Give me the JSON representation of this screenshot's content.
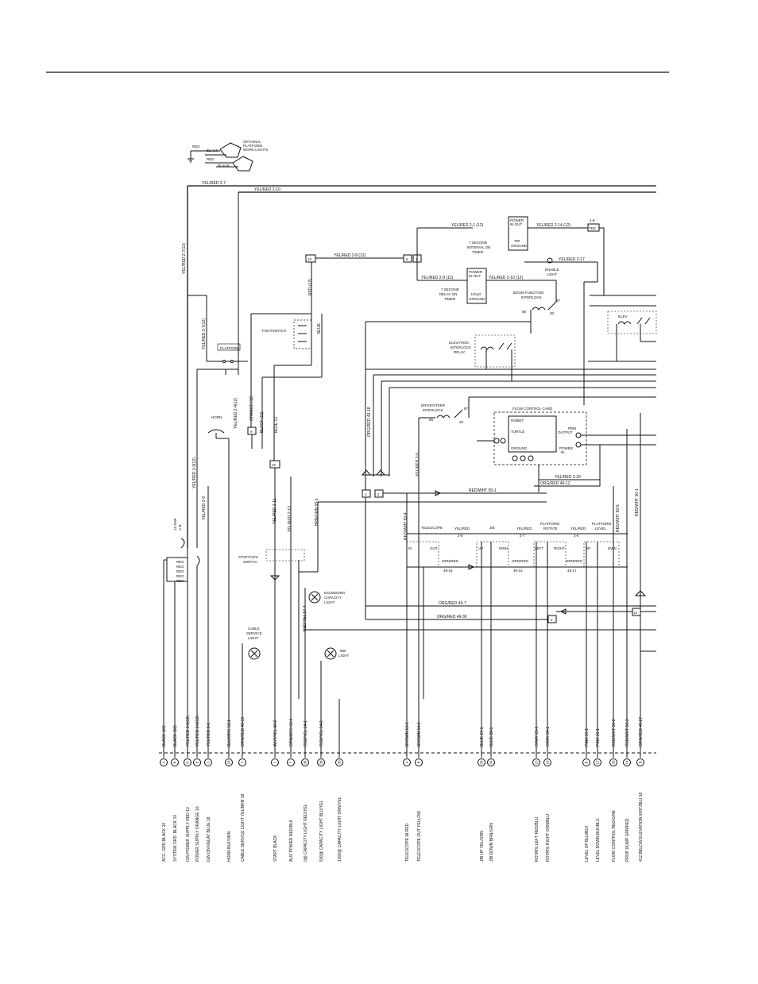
{
  "diagram": {
    "top_labels": {
      "optional_work_lights": [
        "OPTIONAL",
        "PLATFORM",
        "WORK LIGHTS"
      ],
      "red": "RED",
      "black": "BLACK",
      "platform": "PLATFORM",
      "footswitch": "FOOTSWITCH",
      "horn": "HORN",
      "start_apu_switch": [
        "START/APU",
        "SWITCH"
      ],
      "cable_service_light": [
        "CABLE",
        "SERVICE",
        "LIGHT"
      ],
      "exceeding_capacity_light": [
        "EXCEEDING",
        "CAPACITY",
        "LIGHT"
      ],
      "light_500": [
        "500",
        "LIGHT"
      ],
      "breaker": [
        "15 AMP",
        "C.B."
      ]
    },
    "timers": {
      "interval_timer": [
        "7 SECOND",
        "INTERVAL ON",
        "TIMER"
      ],
      "delay_timer": [
        "7 SECOND",
        "DELAY ON",
        "TIMER"
      ],
      "power_in_out": [
        "POWER",
        "IN OUT"
      ],
      "hold": "HOLD",
      "ground": "GROUND",
      "tdi": "TDI"
    },
    "relays": {
      "enable_light": [
        "ENABLE",
        "LIGHT"
      ],
      "boom_function": [
        "BOOM FUNCTION",
        "INTERLOCK"
      ],
      "elevation_interlock": [
        "ELEVATION",
        "INTERLOCK",
        "RELAY"
      ],
      "drive_steer": [
        "DRIVE/STEER",
        "INTERLOCK"
      ],
      "elev": "ELEV",
      "flow_control_card": "FLOW CONTROL CARD",
      "rabbit": "RABBIT",
      "turtle": "TURTLE",
      "power_in": [
        "POWER",
        "IN"
      ],
      "output": "OUTPUT",
      "prm": "PRM"
    },
    "functions": {
      "telescope": "TELESCOPE",
      "jib": "JIB",
      "platform_rotate": [
        "PLATFORM",
        "ROTATE"
      ],
      "platform_level": [
        "PLATFORM",
        "LEVEL"
      ],
      "in": "IN",
      "out": "OUT",
      "up": "UP",
      "dwn": "DWN",
      "left": "LEFT",
      "right": "RIGHT"
    },
    "wire_labels": {
      "h_yel_red_2_7": "YEL/RED 2-7",
      "h_yel_red_2_10": "YEL/RED 2-10",
      "h_yel_red_2_1": "YEL/RED 2-1 (12)",
      "h_yel_red_2_14": "YEL/RED 2-14 (12)",
      "h_yel_red_2_8": "YEL/RED 2-8 (12)",
      "h_yel_red_2_9": "YEL/RED 2-9 (12)",
      "h_yel_red_2_10b": "YEL/RED 2-10 (12)",
      "h_yel_red_2_17": "YEL/RED 2-17",
      "h_yel_red_2_20": "YEL/RED 2-20",
      "h_org_red_49_12": "ORG/RED 49-12",
      "h_red_wht_55_1": "RED/WHT 55-1",
      "h_org_red_49_7": "ORG/RED 49-7",
      "h_org_red_49_30": "ORG/RED 49-30",
      "h_org_red_49_15": [
        "ORN/RED",
        "49-15"
      ],
      "h_org_red_49_16": [
        "ORN/RED",
        "49-16"
      ],
      "h_org_red_49_17": [
        "ORN/RED",
        "49-17"
      ],
      "h_tel_2_8": [
        "YEL/RED",
        "2-8"
      ],
      "h_jib_2_7": [
        "YEL/RED",
        "2-7"
      ],
      "h_rot_2_8": [
        "YEL/RED",
        "2-8"
      ],
      "tdk": "TDK",
      "one_8": "1-8",
      "v_yel_red_2_7_12": "YEL/RED 2-7(12)",
      "v_yel_red_2_7_12b": "YEL/RED 2-7(12)",
      "v_yel_red_2_3": "YEL/RED 2-3(12)",
      "v_yel_red_2_9": "YEL/RED 2-9",
      "v_yel_red_2_4": "YEL/RED 2-4(12)",
      "v_orange_12": "ORANGE (12)",
      "v_black_12": "BLACK (12)",
      "v_blue_12": "BLUE 12",
      "v_red_12": "RED (12)",
      "v_blue": "BLUE",
      "v_yel_red_2_11": "YEL/RED 2-11",
      "v_yel_red_2_13": "YEL/RED 2-13",
      "v_brn_grn_55_1": "BRN/GRN 55-1",
      "v_red_yel_54_4": "RED/YEL 54-4",
      "v_org_red_49_18": "ORG/RED 49-18",
      "v_yel_red_2_5": "YEL/RED 2-5",
      "v_red_wht_50_4": "RED/WHT 50-4",
      "v_red_wht_50_5": "RED/WHT 50-5",
      "v_red_wht_50_1": "RED/WHT 50-1"
    },
    "connectors": [
      "10",
      "6",
      "7",
      "15",
      "4",
      "8",
      "9",
      "1",
      "2",
      "13"
    ],
    "bottom_wires": [
      {
        "label": "BLACK (10)",
        "id": "A",
        "desc": "ACC. GRD.BLACK 10"
      },
      {
        "label": "BLACK (10)",
        "id": "B",
        "desc": "SYSTEM GRD. BLACK 10"
      },
      {
        "label": "YEL/RED 2-8(12)",
        "id": "D",
        "desc": "IGN POWER SUPPLY RED 10"
      },
      {
        "label": "YEL/RED 2-2(12)",
        "id": "E",
        "desc": "POWER SUPPLY ORANGE 10"
      },
      {
        "label": "YEL/RED 2-1",
        "id": "C",
        "desc": "IGN ON RELAY BLUE 18"
      },
      {
        "label": "BLU/ORG 52-1",
        "id": "18",
        "desc": "HORN BLK/ORN"
      },
      {
        "label": "ORN/RED 49-19",
        "id": "Y",
        "desc": "CABLE SERVICE LIGHT YEL/BRN 18"
      },
      {
        "label": "WHT/YEL 48-2",
        "id": "1",
        "desc": "START BLACK"
      },
      {
        "label": "ORN/ORG 53-1",
        "id": "7",
        "desc": "AUX POWER RED/BLK"
      },
      {
        "label": "RED/YEL 54-1",
        "id": "36",
        "desc": "0@ CAPACITY LIGHT RED/YEL"
      },
      {
        "label": "RED/YEL 54-2",
        "id": "38",
        "desc": "500@ CAPACITY LIGHT BLU/YEL"
      },
      {
        "label": "",
        "id": "30",
        "desc": "1000@ CAPACITY LIGHT ORN/YEL"
      },
      {
        "label": "BROWN 13-1",
        "id": "A",
        "desc": "TELESCOPE IN RED"
      },
      {
        "label": "BROWN 14-1",
        "id": "B",
        "desc": "TELESCOPE OUT YELLOW"
      },
      {
        "label": "BLUE 27-1",
        "id": "33",
        "desc": "JIB UP YEL/GRN"
      },
      {
        "label": "BLUE 28-1",
        "id": "34",
        "desc": "JIB DOWN BRN/GRN"
      },
      {
        "label": "GRAY 23-1",
        "id": "15",
        "desc": "ROTATE LEFT RED/BLU"
      },
      {
        "label": "GRAY 24-1",
        "id": "16",
        "desc": "ROTATE RIGHT GRN/BLU"
      },
      {
        "label": "PINK 25-1",
        "id": "B",
        "desc": "LEVEL UP BLU/BLK"
      },
      {
        "label": "PINK 26-1",
        "id": "17",
        "desc": "LEVEL DOWN BLK/BLU"
      },
      {
        "label": "RED/WHT 50-2",
        "id": "20",
        "desc": "FLOW CONTROL RED/GRN"
      },
      {
        "label": "RED/WHT 50-3",
        "id": "14",
        "desc": "PROP DUMP GRN/RED"
      },
      {
        "label": "ORN/RED 49-27",
        "id": "B",
        "desc": "412 BELOW ELEVATION WHT/BLU 18"
      }
    ],
    "block_text": [
      "REG",
      "REG",
      "REG",
      "REG",
      "REG"
    ]
  }
}
